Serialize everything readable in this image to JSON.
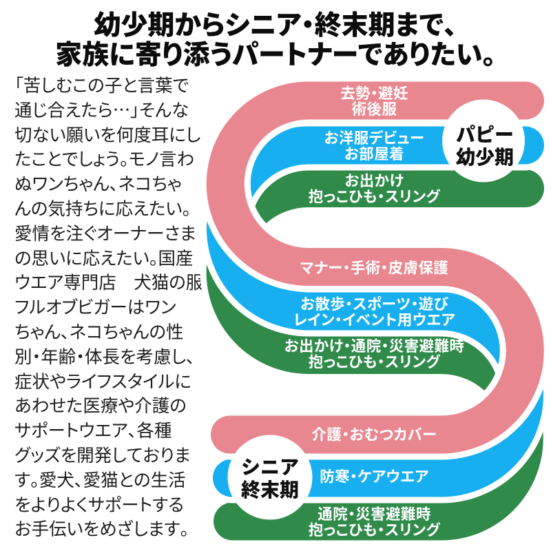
{
  "title": {
    "line1": "幼少期からシニア・終末期まで、",
    "line2": "家族に寄り添うパートナーでありたい。"
  },
  "intro": {
    "text": "「苦しむこの子と言葉で\n通じ合えたら…」そんな\n切ない願いを何度耳にし\nたことでしょう。モノ言わ\nぬワンちゃん、ネコちゃ\nんの気持ちに応えたい。\n愛情を注ぐオーナーさま\nの思いに応えたい。国産\nウエア専門店　犬猫の服\nフルオブビガーはワン\nちゃん、ネコちゃんの性\n別・年齢・体長を考慮し、\n症状やライフスタイルに\nあわせた医療や介護の\nサポートウエア、各種\nグッズを開発しておりま\nす。愛犬、愛猫との生活\nをよりよくサポートする\nお手伝いをめざします。"
  },
  "diagram": {
    "colors": {
      "pink": "#e8878f",
      "blue": "#17aff0",
      "green": "#308b4b",
      "outline": "#ffffff"
    },
    "circles": {
      "puppy": {
        "line1": "パピー",
        "line2": "幼少期"
      },
      "senior": {
        "line1": "シニア",
        "line2": "終末期"
      }
    },
    "bands": [
      {
        "id": "spay",
        "color": "pink",
        "line1": "去勢・避妊",
        "line2": "術後服"
      },
      {
        "id": "debut",
        "color": "blue",
        "line1": "お洋服デビュー",
        "line2": "お部屋着"
      },
      {
        "id": "outing1",
        "color": "green",
        "line1": "お出かけ",
        "line2": "抱っこひも・スリング"
      },
      {
        "id": "manner",
        "color": "pink",
        "line1": "マナー・手術・皮膚保護"
      },
      {
        "id": "sports",
        "color": "blue",
        "line1": "お散歩・スポーツ・遊び",
        "line2": "レイン・イベント用ウエア"
      },
      {
        "id": "outing2",
        "color": "green",
        "line1": "お出かけ・通院・災害避難時",
        "line2": "抱っこひも・スリング"
      },
      {
        "id": "care",
        "color": "pink",
        "line1": "介護・おむつカバー"
      },
      {
        "id": "warm",
        "color": "blue",
        "line1": "防寒・ケアウエア"
      },
      {
        "id": "hospital",
        "color": "green",
        "line1": "通院・災害避難時",
        "line2": "抱っこひも・スリング"
      }
    ]
  }
}
